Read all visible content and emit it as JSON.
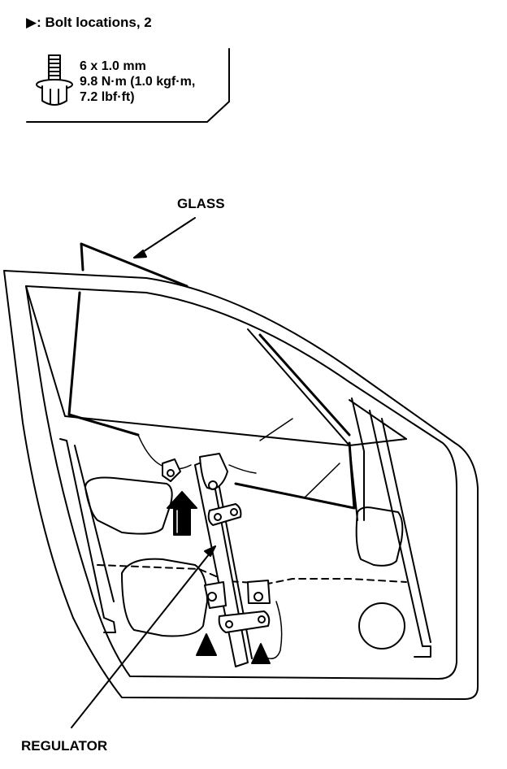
{
  "legend": {
    "title": "▶: Bolt locations, 2",
    "spec_size": "6 x 1.0 mm",
    "spec_torque_1": "9.8 N·m (1.0 kgf·m,",
    "spec_torque_2": "7.2 lbf·ft)"
  },
  "labels": {
    "glass": "GLASS",
    "regulator": "REGULATOR"
  },
  "icons": [
    "bolt-icon",
    "bolt-location-arrow-icon",
    "direction-arrow-icon"
  ]
}
